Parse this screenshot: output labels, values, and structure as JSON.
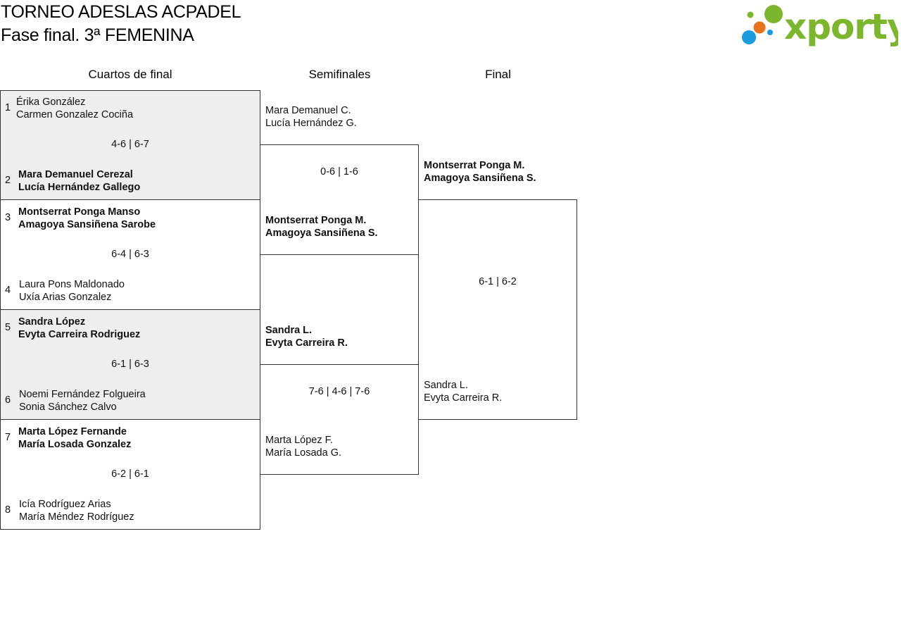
{
  "header": {
    "title": "TORNEO ADESLAS ACPADEL",
    "subtitle": "Fase final. 3ª FEMENINA",
    "logo_text": "xporty",
    "logo_colors": [
      "#1a9be0",
      "#e8711b",
      "#7bb62d"
    ]
  },
  "rounds": {
    "quarters": "Cuartos de final",
    "semis": "Semifinales",
    "final": "Final"
  },
  "quarterfinals": [
    {
      "score": "4-6 | 6-7",
      "top": {
        "seed": "1",
        "p1": "Érika González",
        "p2": "Carmen Gonzalez Cociña",
        "winner": false
      },
      "bottom": {
        "seed": "2",
        "p1": "Mara Demanuel Cerezal",
        "p2": "Lucía Hernández Gallego",
        "winner": true
      }
    },
    {
      "score": "6-4 | 6-3",
      "top": {
        "seed": "3",
        "p1": "Montserrat Ponga Manso",
        "p2": "Amagoya Sansiñena Sarobe",
        "winner": true
      },
      "bottom": {
        "seed": "4",
        "p1": "Laura Pons Maldonado",
        "p2": "Uxía Arias Gonzalez",
        "winner": false
      }
    },
    {
      "score": "6-1 | 6-3",
      "top": {
        "seed": "5",
        "p1": "Sandra López",
        "p2": "Evyta Carreira Rodriguez",
        "winner": true
      },
      "bottom": {
        "seed": "6",
        "p1": "Noemi Fernández Folgueira",
        "p2": "Sonia Sánchez Calvo",
        "winner": false
      }
    },
    {
      "score": "6-2 | 6-1",
      "top": {
        "seed": "7",
        "p1": "Marta López Fernande",
        "p2": "María Losada Gonzalez",
        "winner": true
      },
      "bottom": {
        "seed": "8",
        "p1": "Icía Rodríguez Arias",
        "p2": "María Méndez Rodríguez",
        "winner": false
      }
    }
  ],
  "semifinals": [
    {
      "score": "0-6 | 1-6",
      "top": {
        "p1": "Mara Demanuel C.",
        "p2": "Lucía Hernández G.",
        "winner": false
      },
      "bottom": {
        "p1": "Montserrat Ponga M.",
        "p2": "Amagoya Sansiñena S.",
        "winner": true
      }
    },
    {
      "score": "7-6 | 4-6 | 7-6",
      "top": {
        "p1": "Sandra L.",
        "p2": "Evyta Carreira R.",
        "winner": true
      },
      "bottom": {
        "p1": "Marta López F.",
        "p2": "María Losada G.",
        "winner": false
      }
    }
  ],
  "final": {
    "score": "6-1 | 6-2",
    "top": {
      "p1": "Montserrat Ponga M.",
      "p2": "Amagoya Sansiñena S.",
      "winner": true
    },
    "bottom": {
      "p1": "Sandra L.",
      "p2": "Evyta Carreira R.",
      "winner": false
    }
  }
}
